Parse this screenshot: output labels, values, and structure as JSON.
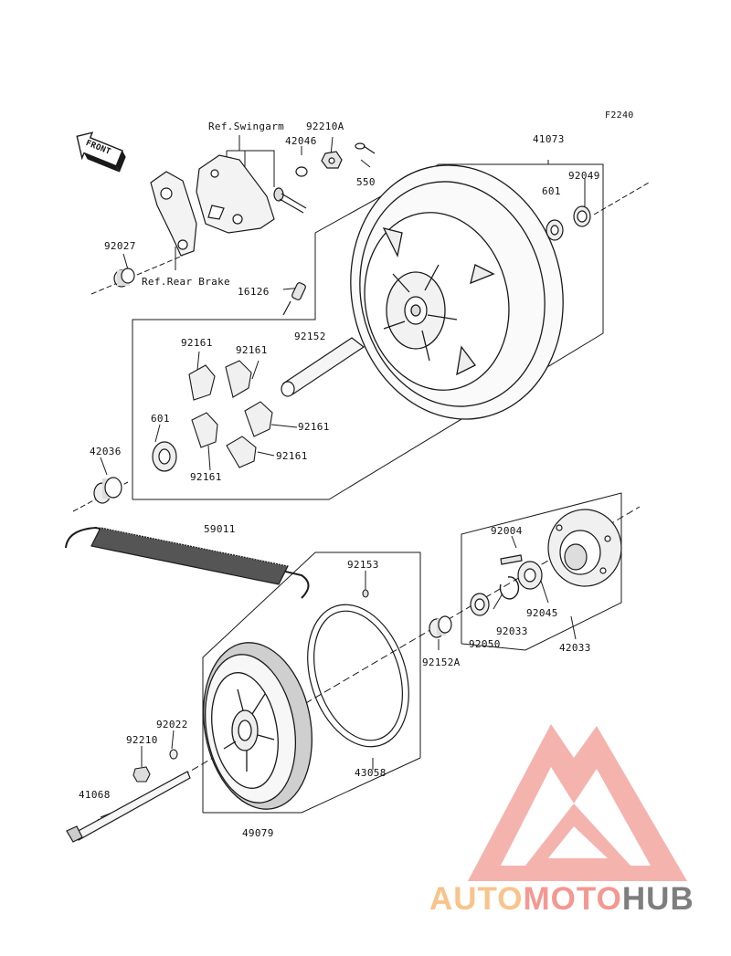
{
  "diagram_code": "F2240",
  "labels": {
    "p41073": "41073",
    "p92049": "92049",
    "p601a": "601",
    "p92210a": "92210A",
    "p42046": "42046",
    "p550": "550",
    "ref_swingarm": "Ref.Swingarm",
    "p92027": "92027",
    "ref_rear_brake": "Ref.Rear Brake",
    "p16126": "16126",
    "p92161a": "92161",
    "p92161b": "92161",
    "p92161c": "92161",
    "p92161d": "92161",
    "p92161e": "92161",
    "p92152": "92152",
    "p601b": "601",
    "p42036": "42036",
    "p59011": "59011",
    "p92004": "92004",
    "p92153": "92153",
    "p92045": "92045",
    "p92033": "92033",
    "p92050": "92050",
    "p92152a": "92152A",
    "p42033": "42033",
    "p92022": "92022",
    "p92210": "92210",
    "p43058": "43058",
    "p41068": "41068",
    "p49079": "49079"
  },
  "front_sign": "FRONT",
  "watermark": {
    "part1": "AUTO",
    "part2": "MOTO",
    "part3": "HUB"
  },
  "colors": {
    "line": "#1a1a1a",
    "wm_light": "#f8c48c",
    "wm_red": "#f49892",
    "wm_gray": "#7e7e7e"
  }
}
